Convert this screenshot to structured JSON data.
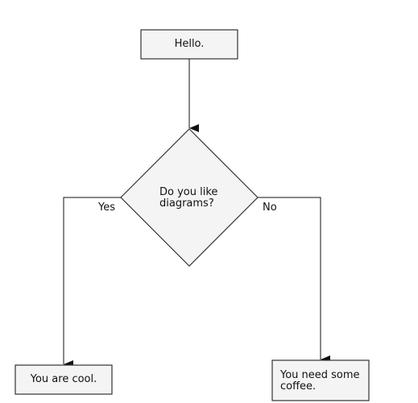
{
  "colors": {
    "node_fill": "#f4f4f4",
    "stroke": "#333333",
    "text": "#111111"
  },
  "nodes": {
    "start": {
      "label": "Hello."
    },
    "decision": {
      "label": "Do you like\ndiagrams?"
    },
    "yes_result": {
      "label": "You are cool."
    },
    "no_result": {
      "label": "You need some\ncoffee."
    }
  },
  "edges": {
    "yes_label": "Yes",
    "no_label": "No"
  }
}
